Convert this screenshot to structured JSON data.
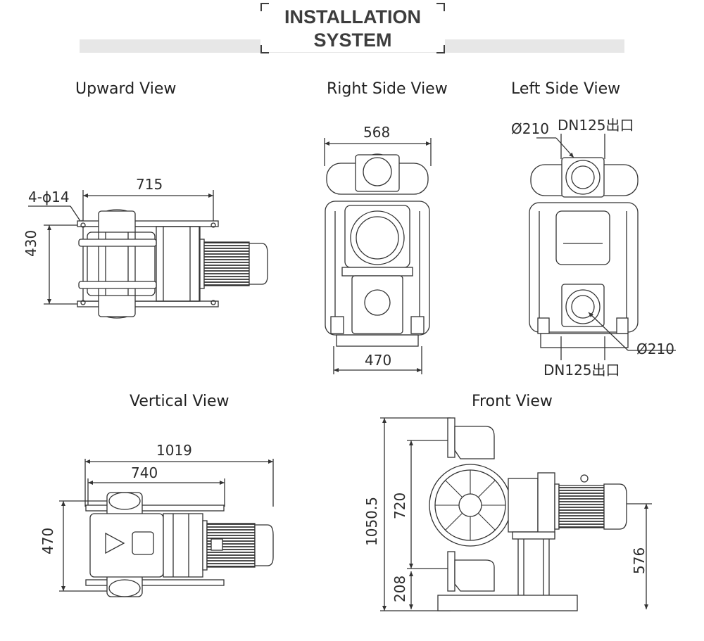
{
  "header": {
    "line1": "INSTALLATION",
    "line2": "SYSTEM"
  },
  "views": {
    "upward": {
      "title": "Upward View",
      "dim_width": "715",
      "dim_height": "430",
      "hole_label": "4-ϕ14"
    },
    "right_side": {
      "title": "Right Side View",
      "dim_top": "568",
      "dim_bottom": "470"
    },
    "left_side": {
      "title": "Left Side View",
      "dia_top": "Ø210",
      "outlet_top": "DN125出口",
      "dia_bottom": "Ø210",
      "outlet_bottom": "DN125出口"
    },
    "vertical": {
      "title": "Vertical View",
      "dim_total": "1019",
      "dim_inner": "740",
      "dim_height": "470"
    },
    "front": {
      "title": "Front View",
      "dim_total_height": "1050.5",
      "dim_720": "720",
      "dim_208": "208",
      "dim_576": "576"
    }
  }
}
